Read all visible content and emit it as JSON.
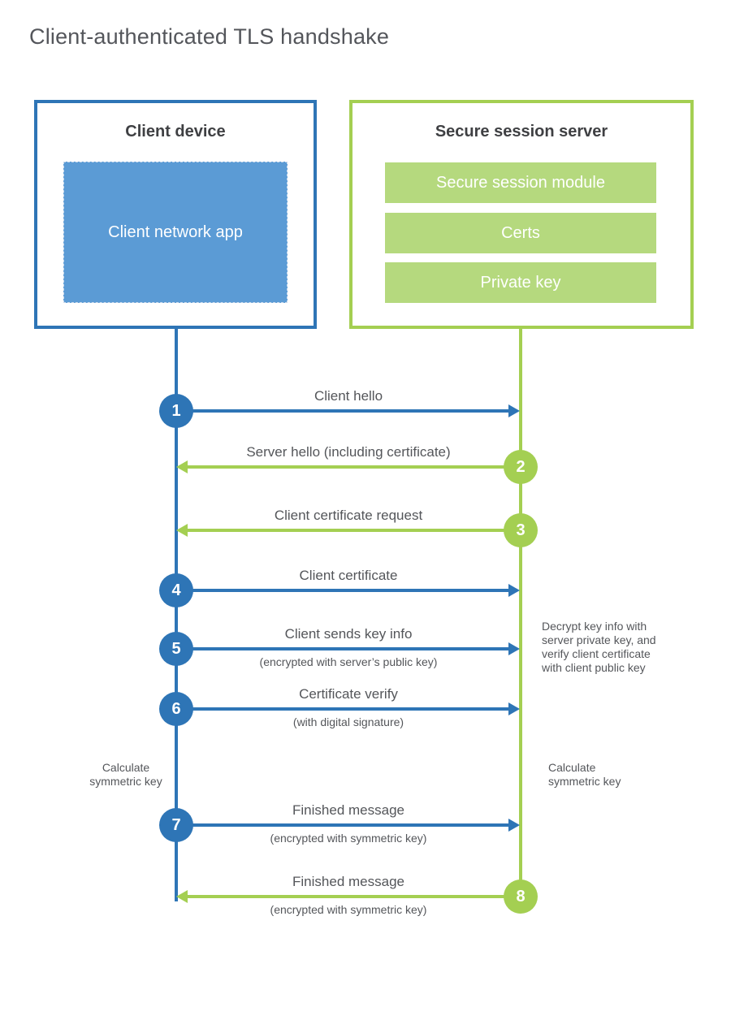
{
  "title": "Client-authenticated TLS handshake",
  "colors": {
    "client_blue": "#2e75b6",
    "client_app_fill": "#5b9bd5",
    "server_green": "#a4cf52",
    "server_bar_fill": "#b5d97e",
    "text_gray": "#54565a"
  },
  "client_box": {
    "title": "Client device",
    "app_label": "Client network app"
  },
  "server_box": {
    "title": "Secure session server",
    "modules": [
      {
        "label": "Secure session module"
      },
      {
        "label": "Certs"
      },
      {
        "label": "Private key"
      }
    ]
  },
  "steps": [
    {
      "num": "1",
      "label": "Client hello",
      "sublabel": "",
      "direction": "right",
      "from": "client",
      "to": "server"
    },
    {
      "num": "2",
      "label": "Server hello (including certificate)",
      "sublabel": "",
      "direction": "left",
      "from": "server",
      "to": "client"
    },
    {
      "num": "3",
      "label": "Client certificate request",
      "sublabel": "",
      "direction": "left",
      "from": "server",
      "to": "client"
    },
    {
      "num": "4",
      "label": "Client certificate",
      "sublabel": "",
      "direction": "right",
      "from": "client",
      "to": "server"
    },
    {
      "num": "5",
      "label": "Client sends key info",
      "sublabel": "(encrypted with server’s public key)",
      "direction": "right",
      "from": "client",
      "to": "server"
    },
    {
      "num": "6",
      "label": "Certificate verify",
      "sublabel": "(with digital signature)",
      "direction": "right",
      "from": "client",
      "to": "server"
    },
    {
      "num": "7",
      "label": "Finished message",
      "sublabel": "(encrypted with symmetric key)",
      "direction": "right",
      "from": "client",
      "to": "server"
    },
    {
      "num": "8",
      "label": "Finished message",
      "sublabel": "(encrypted with symmetric key)",
      "direction": "left",
      "from": "server",
      "to": "client"
    }
  ],
  "annotations": {
    "decrypt_note": "Decrypt key info with\nserver private key, and\nverify client certificate\nwith client public key",
    "calculate_left": "Calculate\nsymmetric key",
    "calculate_right": "Calculate\nsymmetric key"
  }
}
